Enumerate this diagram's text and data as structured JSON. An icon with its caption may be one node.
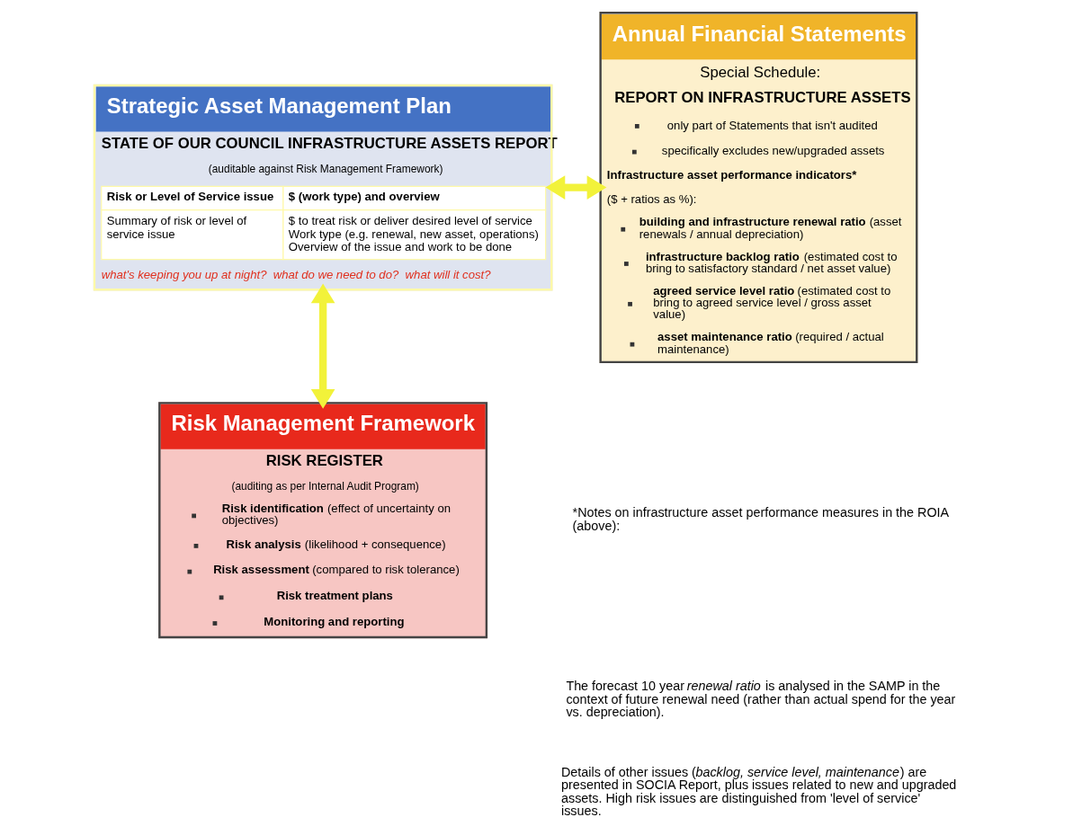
{
  "diagram": {
    "nodes": [
      {
        "text": [
          "Strategic Asset Management Plan",
          "STATE OF OUR COUNCIL INFRASTRUCTURE ASSETS REPORT",
          "(auditable against Risk Management Framework)",
          "Risk or Level of Service issue",
          "$ (work type) and overview",
          "Summary of risk or level of service issue",
          "$ to treat risk or deliver desired level of service",
          "Work type (e.g. renewal, new asset, operations)",
          "Overview of the issue and work to be done",
          "what's keeping you up at night?  what do we need to do?  what will it cost?"
        ]
      },
      {
        "text": [
          "Annual Financial Statements",
          "Special Schedule:",
          "REPORT ON INFRASTRUCTURE ASSETS",
          "only part of Statements that isn't audited",
          "specifically excludes new/upgraded assets",
          "Infrastructure asset performance indicators*",
          "($ + ratios as %):",
          "**building and infrastructure renewal ratio** (asset renewals / annual depreciation)",
          "**infrastructure backlog ratio** (estimated cost to bring to satisfactory standard / net asset value)",
          "**agreed service level ratio** (estimated cost to bring to agreed service level / gross asset value)",
          "**asset maintenance ratio** (required / actual maintenance)"
        ]
      },
      {
        "text": [
          "Risk Management Framework",
          "RISK REGISTER",
          "(auditing as per Internal Audit Program)",
          "**Risk identification** (effect of uncertainty on objectives)",
          "**Risk analysis** (likelihood + consequence)",
          "**Risk assessment** (compared to risk tolerance)",
          "**Risk treatment plans**",
          "**Monitoring and reporting**"
        ]
      }
    ],
    "edges": [
      {
        "from": 0,
        "to": 1,
        "arrow": "both"
      },
      {
        "from": 0,
        "to": 2,
        "arrow": "both"
      }
    ],
    "labels": [
      "*Notes on infrastructure asset performance measures in the ROIA (above):",
      "The forecast 10 year *renewal ratio* is analysed in the SAMP in the context of future renewal need (rather than actual spend for the year vs. depreciation).",
      "Details of other issues (*backlog, service level, maintenance*) are presented in SOCIA Report, plus issues related to new and upgraded assets. High risk issues are distinguished from 'level of service' issues."
    ]
  }
}
